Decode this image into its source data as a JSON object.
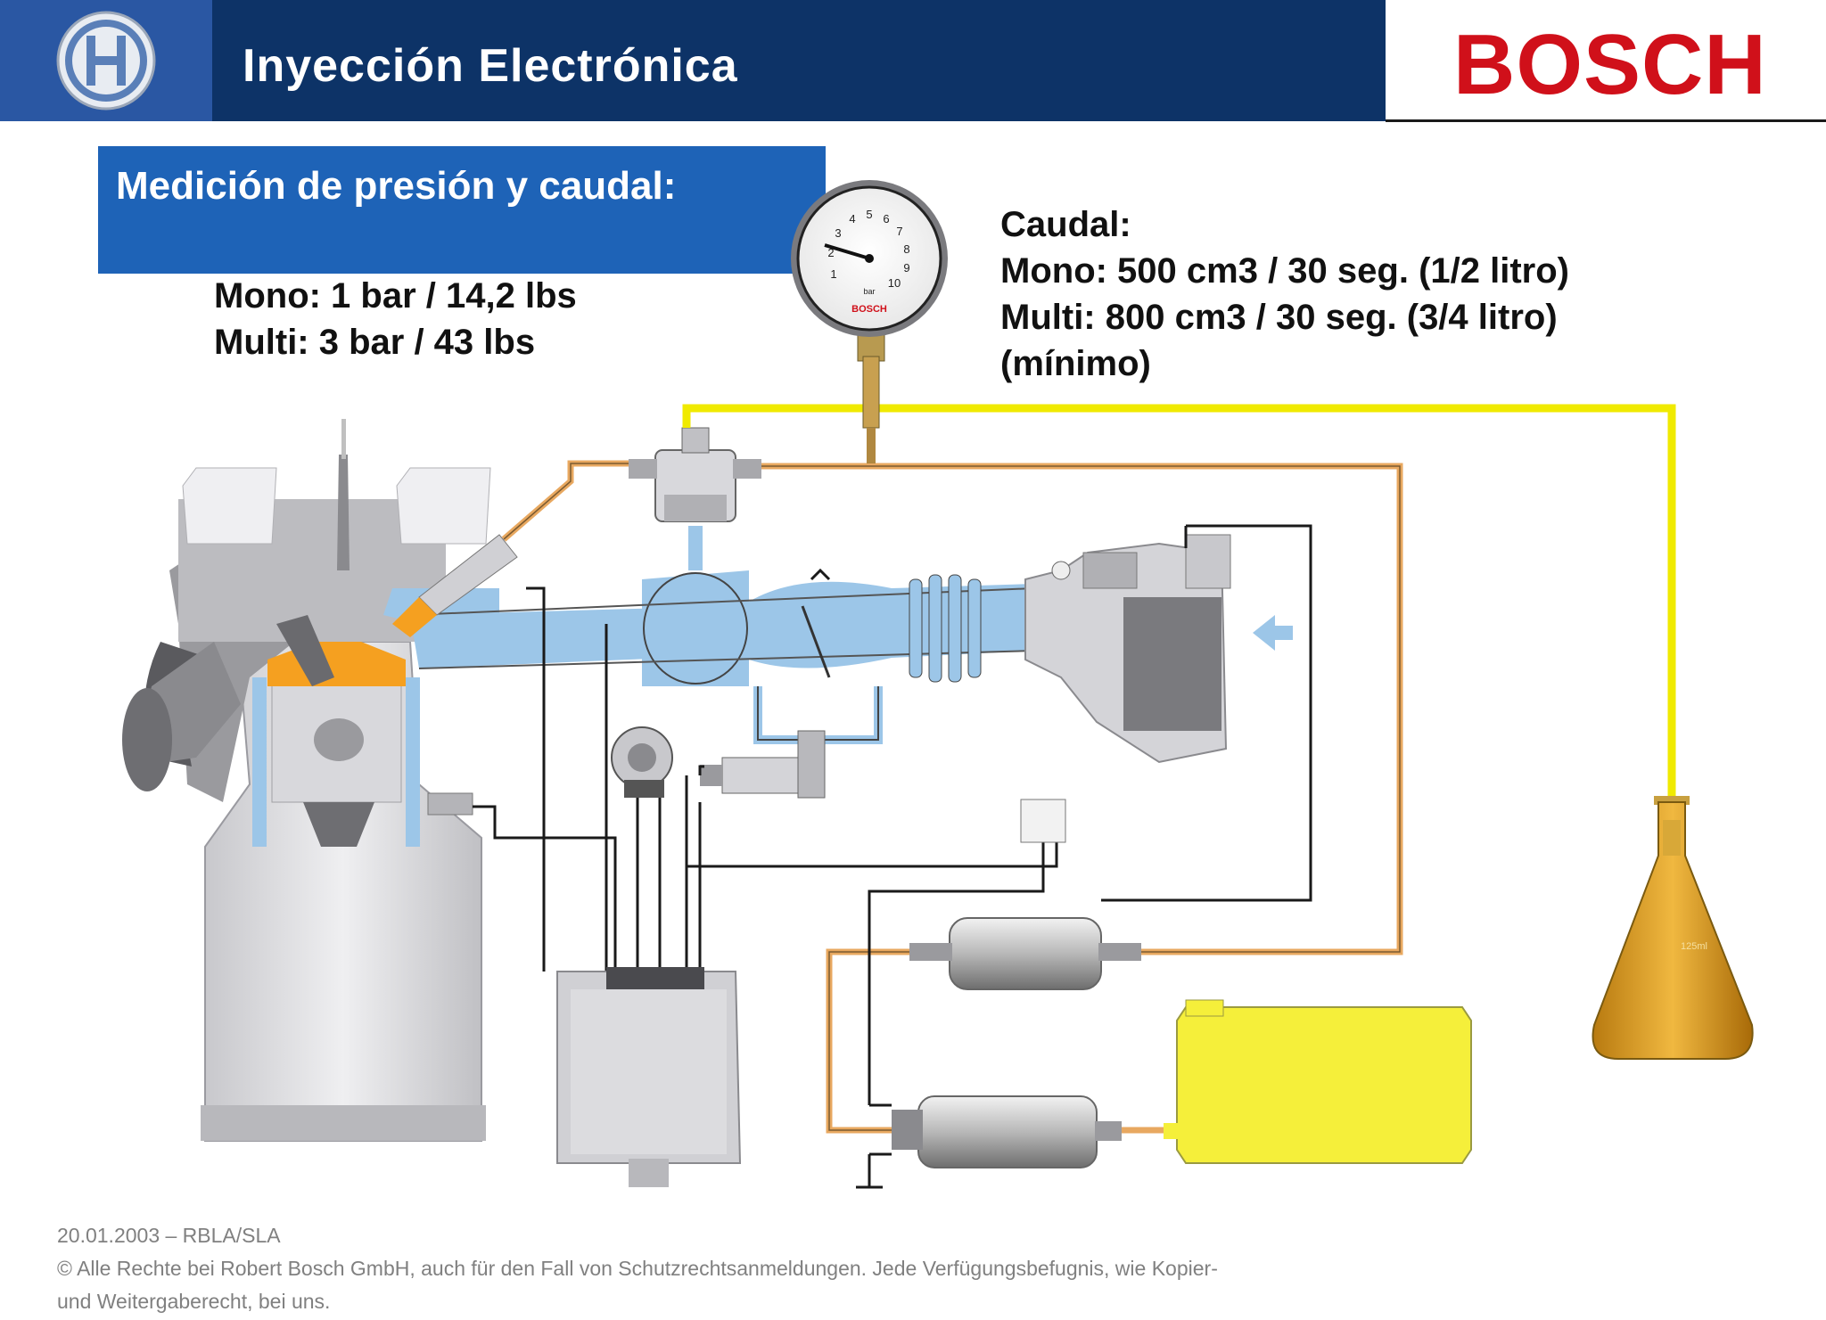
{
  "header": {
    "title": "Inyección Electrónica",
    "brand": "BOSCH"
  },
  "section": {
    "title": "Medición de presión y caudal:"
  },
  "pressure": {
    "mono": "Mono: 1 bar / 14,2 lbs",
    "multi": "Multi: 3 bar / 43 lbs"
  },
  "flow": {
    "heading": "Caudal:",
    "mono": "Mono: 500 cm3 / 30 seg. (1/2 litro)",
    "multi": "Multi: 800 cm3 / 30 seg. (3/4 litro)",
    "note": "(mínimo)"
  },
  "gauge": {
    "brand": "BOSCH",
    "unit": "bar",
    "ticks": [
      "1",
      "2",
      "3",
      "4",
      "5",
      "6",
      "7",
      "8",
      "9",
      "10"
    ]
  },
  "flask": {
    "label": "125ml"
  },
  "footer": {
    "date_ref": "20.01.2003 – RBLA/SLA",
    "copyright_1": "© Alle Rechte bei Robert Bosch GmbH, auch für den Fall von Schutzrechtsanmeldungen. Jede Verfügungsbefugnis, wie Kopier-",
    "copyright_2": "und Weitergaberecht, bei uns."
  },
  "colors": {
    "header_dark": "#0d3367",
    "header_logo_bg": "#2a57a3",
    "brand_red": "#d0101a",
    "section_blue": "#1e63b7",
    "intake_blue": "#9cc6e8",
    "fuel_line": "#e8a860",
    "measure_line": "#f0ea00",
    "tank_yellow": "#f5ef3a",
    "fuel_amber": "#e0a020"
  }
}
